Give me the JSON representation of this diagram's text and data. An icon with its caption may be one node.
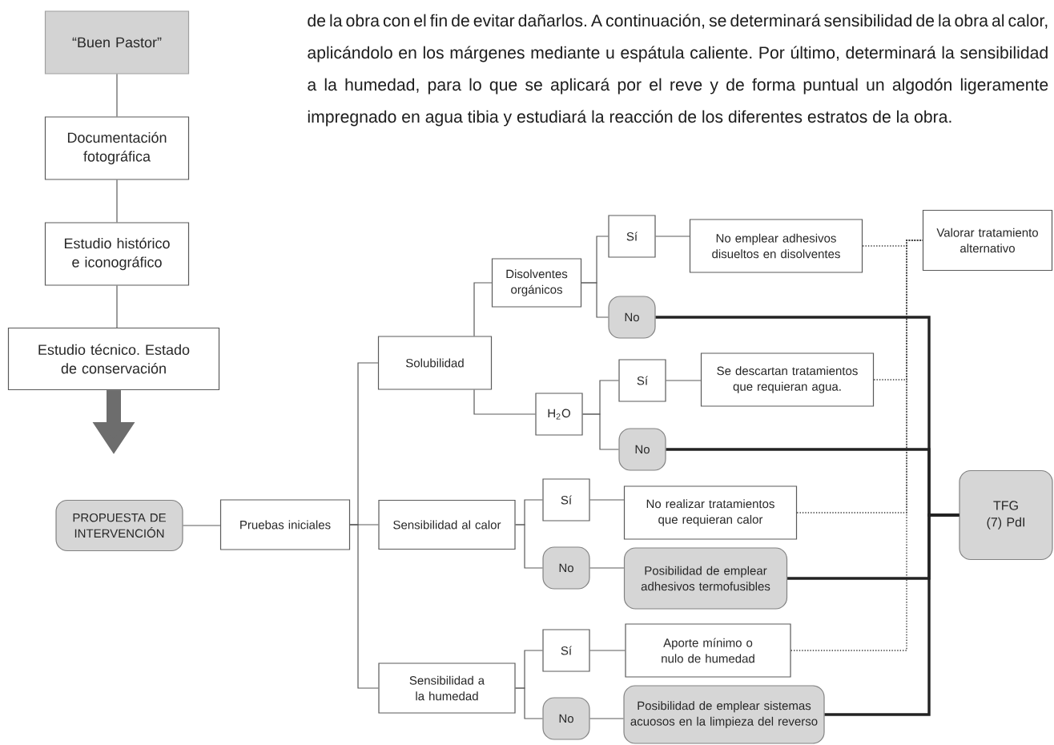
{
  "diagram": {
    "nodes": [
      {
        "text": [
          "“Buen Pastor”"
        ]
      },
      {
        "text": [
          "Documentación fotográfica"
        ]
      },
      {
        "text": [
          "Estudio histórico e iconográfico"
        ]
      },
      {
        "text": [
          "Estudio técnico. Estado de conservación"
        ]
      },
      {
        "text": [
          "PROPUESTA DE INTERVENCIÓN"
        ]
      },
      {
        "text": [
          "Pruebas iniciales"
        ]
      },
      {
        "text": [
          "Solubilidad"
        ]
      },
      {
        "text": [
          "Sensibilidad al calor"
        ]
      },
      {
        "text": [
          "Sensibilidad a la humedad"
        ]
      },
      {
        "text": [
          "Disolventes orgánicos"
        ]
      },
      {
        "text": [
          "H$_{2}$O"
        ]
      },
      {
        "text": [
          "Sí"
        ]
      },
      {
        "text": [
          "No"
        ]
      },
      {
        "text": [
          "No emplear adhesivos disueltos en disolventes"
        ]
      },
      {
        "text": [
          "Valorar tratamiento alternativo"
        ]
      },
      {
        "text": [
          "Sí"
        ]
      },
      {
        "text": [
          "No"
        ]
      },
      {
        "text": [
          "Se descartan tratamientos que requieran agua."
        ]
      },
      {
        "text": [
          "Sí"
        ]
      },
      {
        "text": [
          "No"
        ]
      },
      {
        "text": [
          "No realizar tratamientos que requieran calor"
        ]
      },
      {
        "text": [
          "Posibilidad de emplear adhesivos termofusibles"
        ]
      },
      {
        "text": [
          "TFG (7) PdI"
        ]
      },
      {
        "text": [
          "Sí"
        ]
      },
      {
        "text": [
          "No"
        ]
      },
      {
        "text": [
          "Aporte mínimo o nulo de humedad"
        ]
      },
      {
        "text": [
          "Posibilidad de emplear sistemas acuosos en la limpieza del reverso"
        ]
      }
    ],
    "edges": [
      {
        "from": 0,
        "to": 1,
        "arrow": "none"
      },
      {
        "from": 1,
        "to": 2,
        "arrow": "none"
      },
      {
        "from": 2,
        "to": 3,
        "arrow": "none"
      },
      {
        "from": 3,
        "to": null,
        "arrow": "to",
        "style": "thick",
        "color": "#6d6d6d"
      },
      {
        "from": 4,
        "to": 5,
        "arrow": "none"
      },
      {
        "from": 5,
        "to": 6,
        "arrow": "none"
      },
      {
        "from": 5,
        "to": 7,
        "arrow": "none"
      },
      {
        "from": 5,
        "to": 8,
        "arrow": "none"
      },
      {
        "from": 6,
        "to": 9,
        "arrow": "none"
      },
      {
        "from": 6,
        "to": 10,
        "arrow": "none"
      },
      {
        "from": 9,
        "to": 11,
        "arrow": "none"
      },
      {
        "from": 9,
        "to": 12,
        "arrow": "none"
      },
      {
        "from": 11,
        "to": 13,
        "arrow": "none"
      },
      {
        "from": 10,
        "to": 15,
        "arrow": "none"
      },
      {
        "from": 10,
        "to": 16,
        "arrow": "none"
      },
      {
        "from": 15,
        "to": 17,
        "arrow": "none"
      },
      {
        "from": 7,
        "to": 18,
        "arrow": "none"
      },
      {
        "from": 7,
        "to": 19,
        "arrow": "none"
      },
      {
        "from": 18,
        "to": 20,
        "arrow": "none"
      },
      {
        "from": 19,
        "to": 21,
        "arrow": "none"
      },
      {
        "from": 8,
        "to": 23,
        "arrow": "none"
      },
      {
        "from": 8,
        "to": 24,
        "arrow": "none"
      },
      {
        "from": 23,
        "to": 25,
        "arrow": "none"
      },
      {
        "from": 24,
        "to": 26,
        "arrow": "none"
      },
      {
        "from": 13,
        "to": 14,
        "arrow": "none",
        "style": "dashed"
      },
      {
        "from": 17,
        "to": 14,
        "arrow": "none",
        "style": "dashed"
      },
      {
        "from": 20,
        "to": 14,
        "arrow": "none",
        "style": "dashed"
      },
      {
        "from": 25,
        "to": 14,
        "arrow": "none",
        "style": "dashed"
      },
      {
        "from": 12,
        "to": 22,
        "arrow": "none",
        "style": "thick"
      },
      {
        "from": 16,
        "to": 22,
        "arrow": "none",
        "style": "thick"
      },
      {
        "from": 21,
        "to": 22,
        "arrow": "none",
        "style": "thick"
      },
      {
        "from": 26,
        "to": 22,
        "arrow": "none",
        "style": "thick"
      }
    ],
    "labels": [
      "de la obra con el fin de evitar dañarlos. A continuación, se determinará sensibilidad de la obra al calor, aplicándolo en los márgenes mediante u espátula caliente. Por último, determinará la sensibilidad a la humedad, para lo que se aplicará por el reve y de forma puntual un algodón ligeramente impregnado en agua tibia y estudiará la reacción de los diferentes estratos de la obra."
    ]
  }
}
